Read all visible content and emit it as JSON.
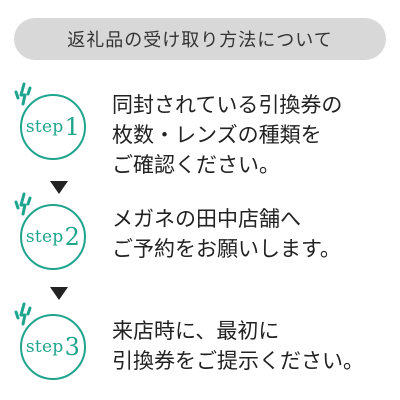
{
  "header": {
    "title": "返礼品の受け取り方法について"
  },
  "steps": [
    {
      "label": "step",
      "number": "1",
      "lines": [
        "同封されている引換券の",
        "枚数・レンズの種類を",
        "ご確認ください。"
      ]
    },
    {
      "label": "step",
      "number": "2",
      "lines": [
        "メガネの田中店舗へ",
        "ご予約をお願いします。"
      ]
    },
    {
      "label": "step",
      "number": "3",
      "lines": [
        "来店時に、最初に",
        "引換券をご提示ください。"
      ]
    }
  ],
  "colors": {
    "accent": "#1fa58e",
    "header_bg": "#d8d8d8",
    "text": "#222222"
  }
}
